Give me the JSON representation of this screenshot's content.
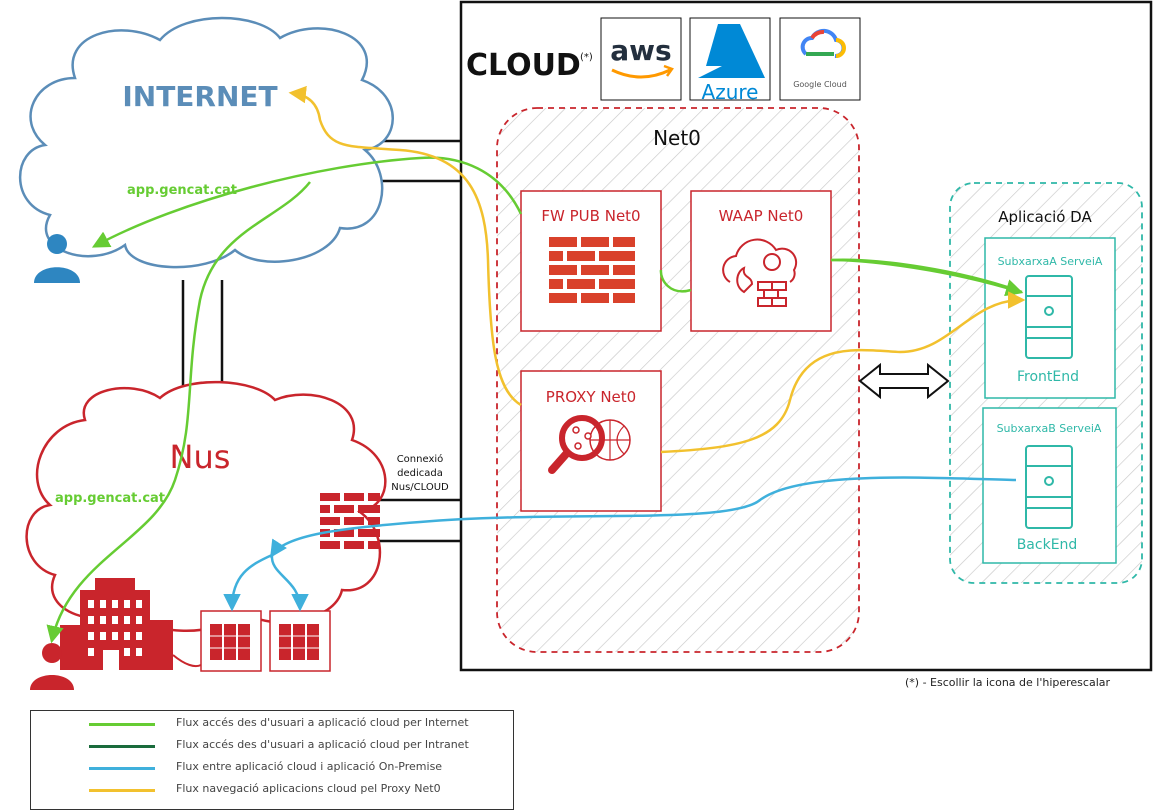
{
  "clouds": {
    "internet": {
      "label": "INTERNET",
      "app_label": "app.gencat.cat"
    },
    "nus": {
      "label": "Nus",
      "app_label": "app.gencat.cat"
    }
  },
  "cloud_area": {
    "title": "CLOUD",
    "title_mark": "(*)",
    "providers": {
      "aws": "aws",
      "azure": "Azure",
      "google": "Google Cloud"
    }
  },
  "net0": {
    "label": "Net0",
    "fw_pub": "FW PUB Net0",
    "waap": "WAAP Net0",
    "proxy": "PROXY Net0"
  },
  "app_da": {
    "label": "Aplicació DA",
    "subnet_a": "SubxarxaA ServeiA",
    "subnet_a_server": "FrontEnd",
    "subnet_b": "SubxarxaB ServeiA",
    "subnet_b_server": "BackEnd"
  },
  "connection": {
    "line1": "Connexió",
    "line2": "dedicada",
    "line3": "Nus/CLOUD"
  },
  "footnote": "(*) - Escollir la icona de l'hiperescalar",
  "legend": [
    {
      "color": "#66cc33",
      "text": "Flux accés des d'usuari a aplicació cloud per Internet"
    },
    {
      "color": "#1a6b3c",
      "text": "Flux accés des d'usuari a aplicació cloud per Intranet"
    },
    {
      "color": "#3fb0dc",
      "text": "Flux entre aplicació cloud i aplicació On-Premise"
    },
    {
      "color": "#f2c12e",
      "text": "Flux navegació aplicacions cloud pel Proxy Net0"
    }
  ],
  "colors": {
    "internet_blue": "#5b8db8",
    "nus_red": "#c9252c",
    "net0_red": "#d9262c",
    "teal": "#2fb8a8",
    "green": "#66cc33",
    "yellow": "#f2c12e",
    "blue": "#3fb0dc"
  }
}
